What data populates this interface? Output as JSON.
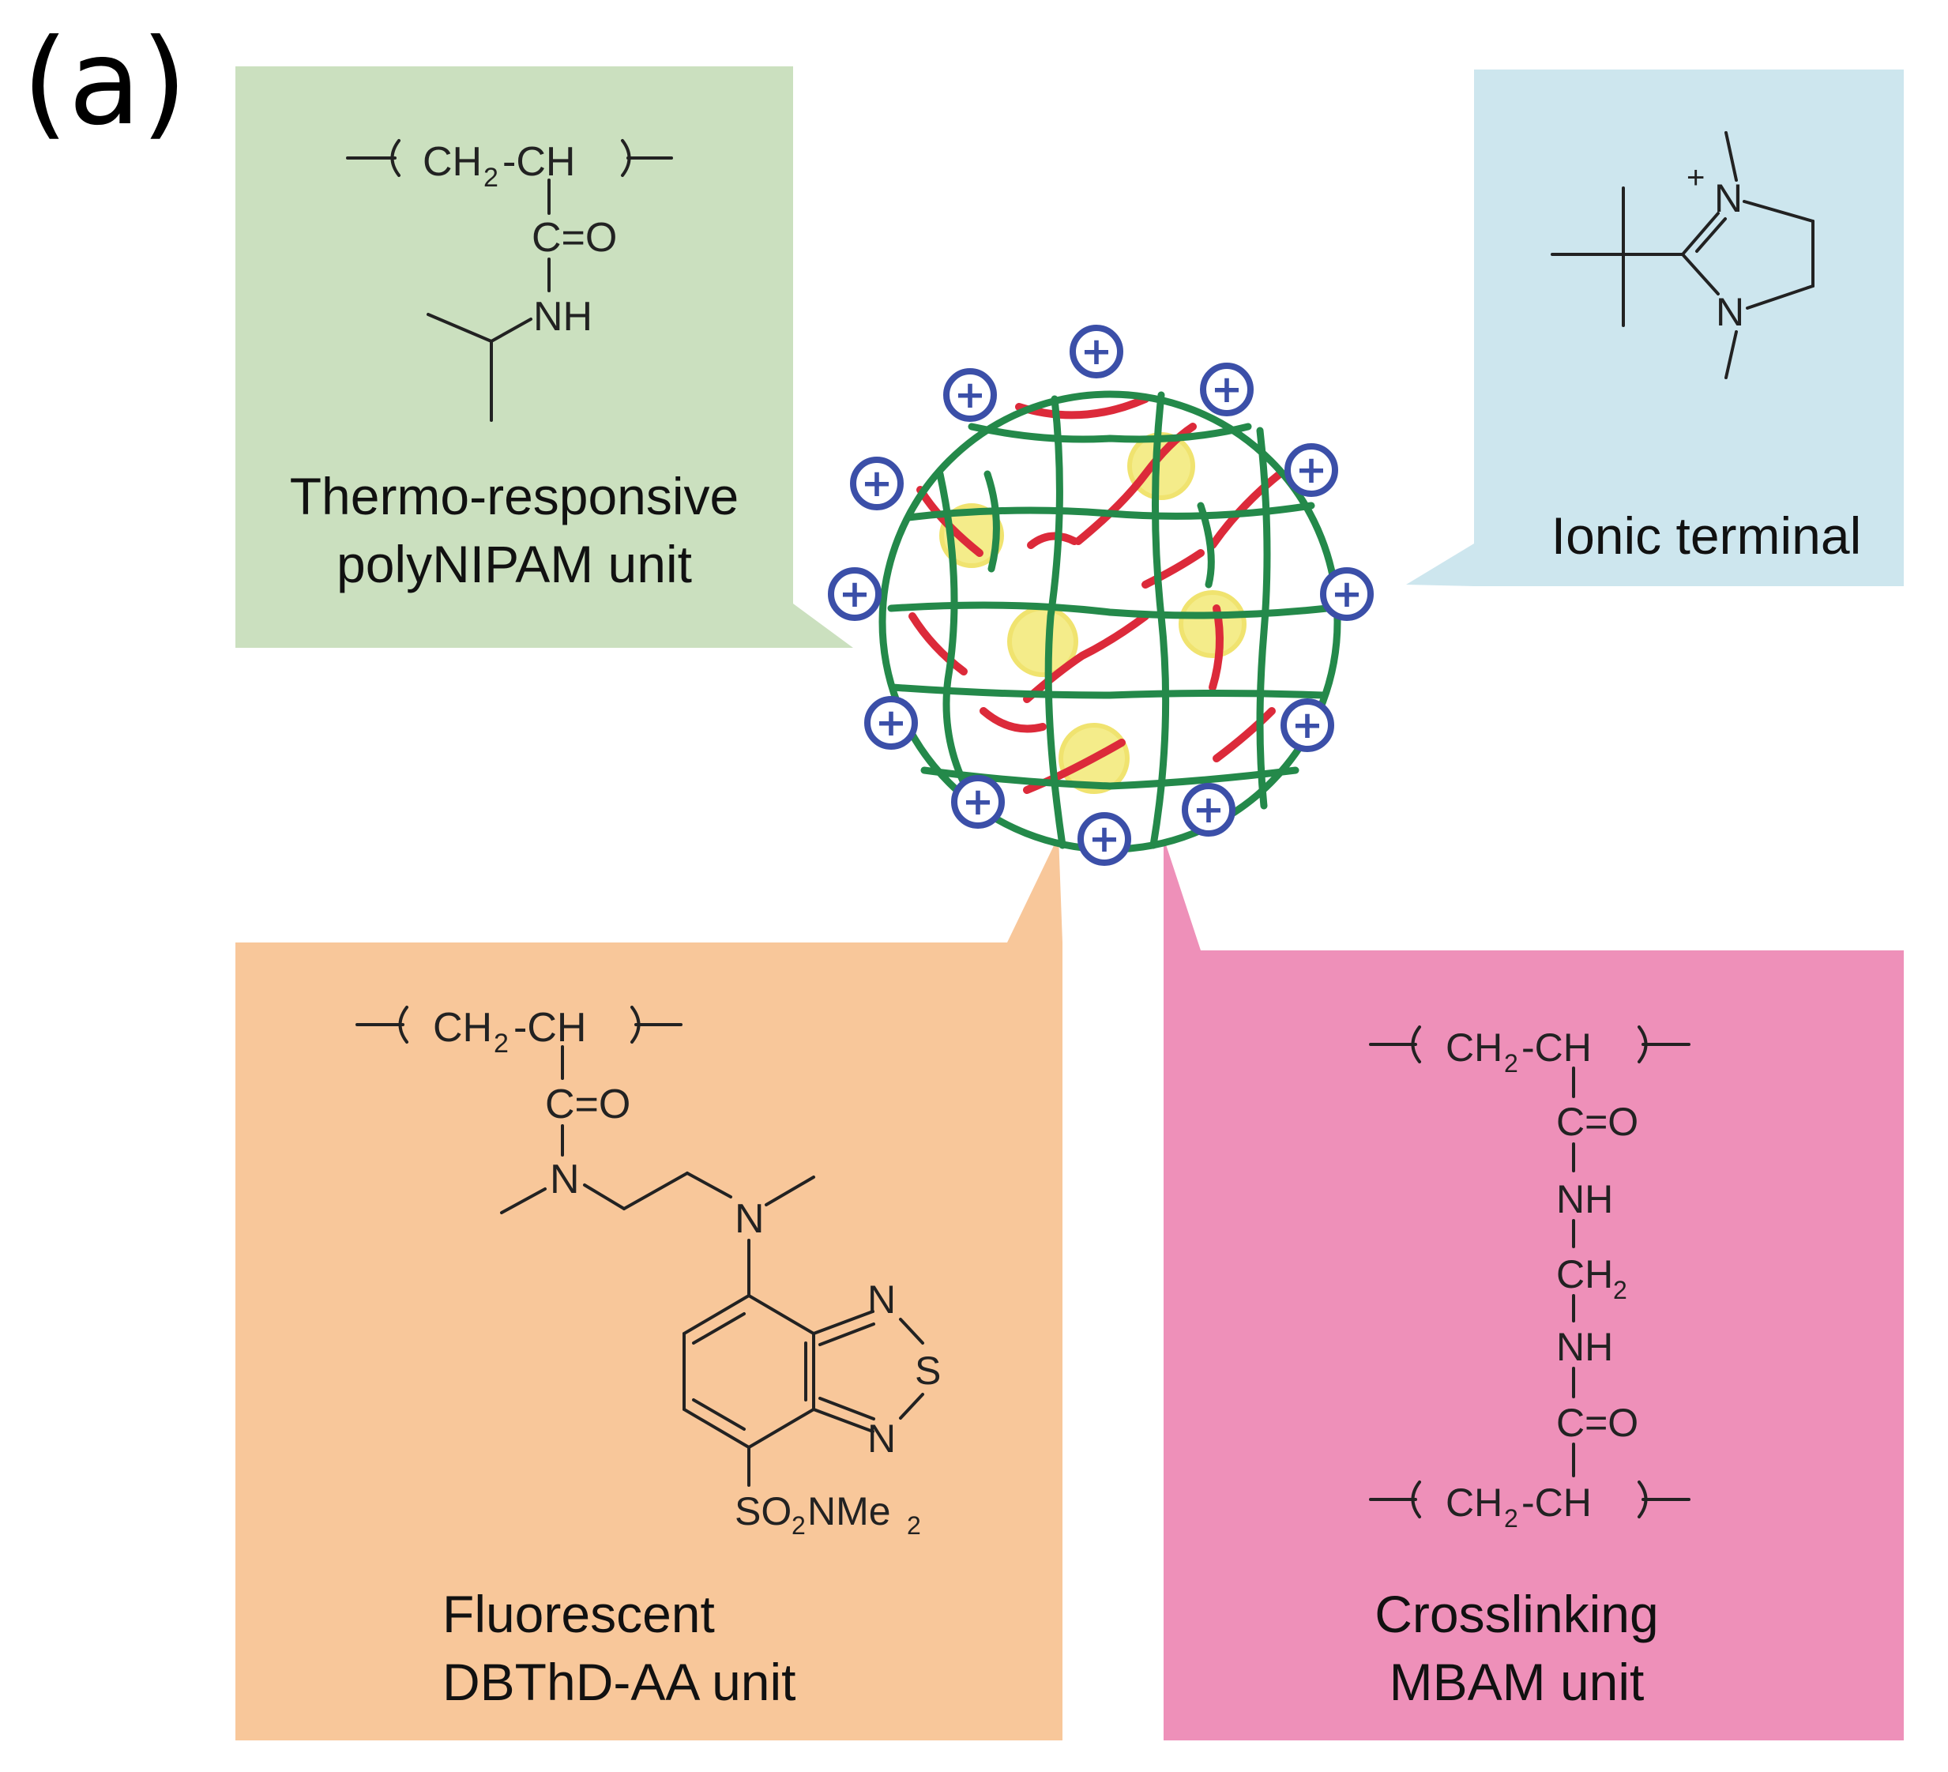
{
  "panel_label": "(a)",
  "colors": {
    "green_box": "#cbe0bf",
    "blue_box": "#cde6ee",
    "orange_box": "#f8c79a",
    "pink_box": "#ee90b9",
    "network_green": "#24894a",
    "chain_red": "#dc2a3a",
    "spot_yellow": "#f3ea7e",
    "charge_blue": "#3b4fa8"
  },
  "boxes": {
    "green": {
      "title_line1": "Thermo-responsive",
      "title_line2": "polyNIPAM  unit",
      "chem": {
        "backbone_a": "CH",
        "sub2": "2",
        "backbone_b": "-CH",
        "carbonyl": "C=O",
        "amide": "NH"
      }
    },
    "blue": {
      "title": "Ionic  terminal",
      "chem": {
        "n_plus": "N",
        "plus": "+",
        "n": "N"
      }
    },
    "orange": {
      "title_line1": "Fluorescent",
      "title_line2": "DBThD-AA unit",
      "chem": {
        "backbone_a": "CH",
        "sub2": "2",
        "backbone_b": "-CH",
        "carbonyl": "C=O",
        "n1": "N",
        "n2": "N",
        "ring_n_top": "N",
        "ring_s": "S",
        "ring_n_bottom": "N",
        "sulfonamide_a": "SO",
        "sulfonamide_b": "NMe"
      }
    },
    "pink": {
      "title_line1": "Crosslinking",
      "title_line2": "MBAM  unit",
      "chem": {
        "backbone_a": "CH",
        "sub2": "2",
        "backbone_b": "-CH",
        "carbonyl": "C=O",
        "amide": "NH",
        "methylene": "CH"
      }
    }
  },
  "charge_symbol": "+"
}
